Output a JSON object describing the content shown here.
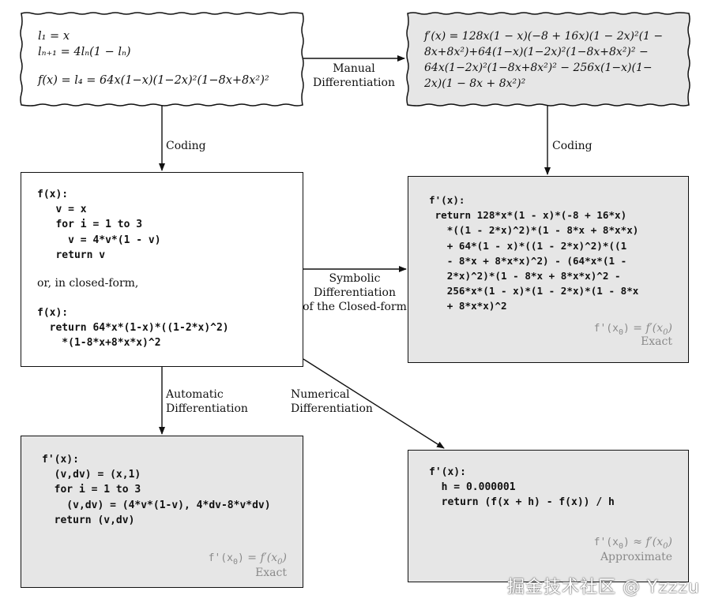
{
  "definition": {
    "line1": "l₁ = x",
    "line2": "lₙ₊₁ = 4lₙ(1 − lₙ)",
    "line3": "f(x) = l₄ = 64x(1−x)(1−2x)²(1−8x+8x²)²"
  },
  "manual_derivative": {
    "line1": "f′(x) = 128x(1 − x)(−8 + 16x)(1 − 2x)²(1 −",
    "line2": "8x+8x²)+64(1−x)(1−2x)²(1−8x+8x²)² −",
    "line3": "64x(1−2x)²(1−8x+8x²)² − 256x(1−x)(1−",
    "line4": "2x)(1 − 8x + 8x²)²"
  },
  "edges": {
    "manual_diff": "Manual\nDifferentiation",
    "coding_left": "Coding",
    "coding_right": "Coding",
    "symbolic": "Symbolic\nDifferentiation\nof the Closed-form",
    "automatic": "Automatic\nDifferentiation",
    "numerical": "Numerical\nDifferentiation"
  },
  "code_box": {
    "code1": "f(x):\n   v = x\n   for i = 1 to 3\n     v = 4*v*(1 - v)\n   return v",
    "text": "or, in closed-form,",
    "code2": "f(x):\n  return 64*x*(1-x)*((1-2*x)^2)\n    *(1-8*x+8*x*x)^2"
  },
  "symbolic_box": {
    "code": "f'(x):\n return 128*x*(1 - x)*(-8 + 16*x)\n   *((1 - 2*x)^2)*(1 - 8*x + 8*x*x)\n   + 64*(1 - x)*((1 - 2*x)^2)*((1\n   - 8*x + 8*x*x)^2) - (64*x*(1 -\n   2*x)^2)*(1 - 8*x + 8*x*x)^2 -\n   256*x*(1 - x)*(1 - 2*x)*(1 - 8*x\n   + 8*x*x)^2",
    "tag_code": "f'(x",
    "tag_sub": "0",
    "tag_close": ")",
    "tag_rel": " = ",
    "tag_math": "f′(x",
    "tag_math_sub": "0",
    "tag_math_close": ")",
    "tag_word": "Exact"
  },
  "ad_box": {
    "code": "f'(x):\n  (v,dv) = (x,1)\n  for i = 1 to 3\n    (v,dv) = (4*v*(1-v), 4*dv-8*v*dv)\n  return (v,dv)",
    "tag_code": "f'(x",
    "tag_sub": "0",
    "tag_close": ")",
    "tag_rel": " = ",
    "tag_math": "f′(x",
    "tag_math_sub": "0",
    "tag_math_close": ")",
    "tag_word": "Exact"
  },
  "numeric_box": {
    "code": "f'(x):\n  h = 0.000001\n  return (f(x + h) - f(x)) / h",
    "tag_code": "f'(x",
    "tag_sub": "0",
    "tag_close": ")",
    "tag_rel": " ≈ ",
    "tag_math": "f′(x",
    "tag_math_sub": "0",
    "tag_math_close": ")",
    "tag_word": "Approximate"
  },
  "watermark": "掘金技术社区 @ Yzzzu"
}
